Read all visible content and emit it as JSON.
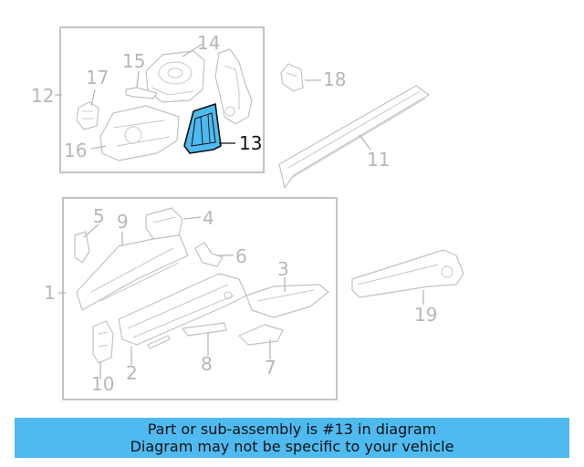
{
  "diagram": {
    "callouts": {
      "c1": "1",
      "c2": "2",
      "c3": "3",
      "c4": "4",
      "c5": "5",
      "c6": "6",
      "c7": "7",
      "c8": "8",
      "c9": "9",
      "c10": "10",
      "c11": "11",
      "c12": "12",
      "c13": "13",
      "c14": "14",
      "c15": "15",
      "c16": "16",
      "c17": "17",
      "c18": "18",
      "c19": "19"
    },
    "highlighted_part": "13",
    "colors": {
      "highlight_fill": "#4fbaf0",
      "highlight_stroke": "#111111",
      "part_stroke": "#c2c2c2",
      "banner_bg": "#4fbaf0"
    }
  },
  "banner": {
    "line1": "Part or sub-assembly is #13 in diagram",
    "line2": "Diagram may not be specific to your vehicle"
  }
}
